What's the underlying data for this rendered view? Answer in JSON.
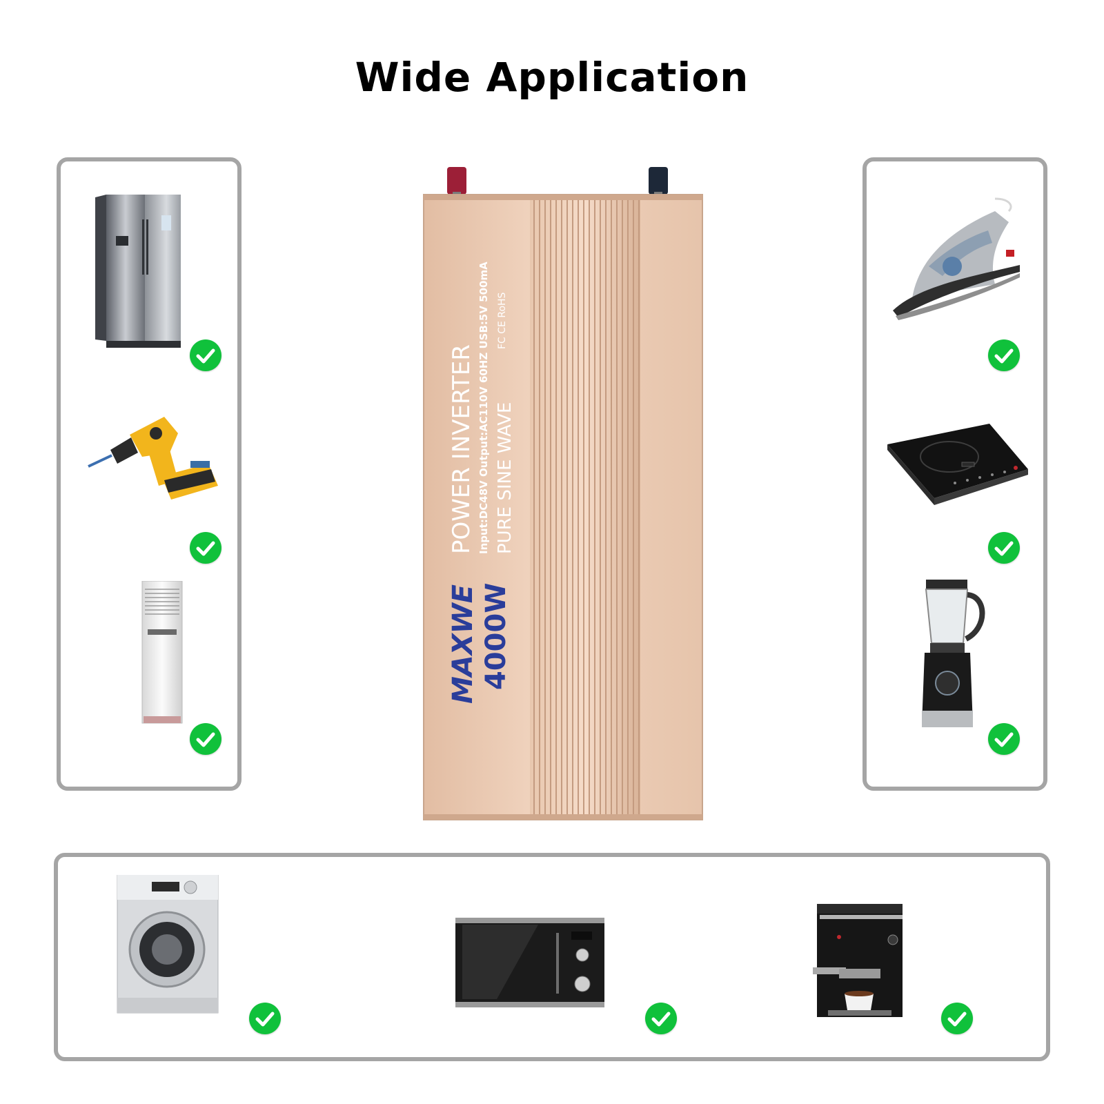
{
  "title": "Wide Application",
  "left_panel": [
    {
      "icon": "refrigerator-icon",
      "checked": true
    },
    {
      "icon": "power-drill-icon",
      "checked": true
    },
    {
      "icon": "air-conditioner-icon",
      "checked": true
    }
  ],
  "right_panel": [
    {
      "icon": "steam-iron-icon",
      "checked": true
    },
    {
      "icon": "induction-cooktop-icon",
      "checked": true
    },
    {
      "icon": "blender-icon",
      "checked": true
    }
  ],
  "bottom_panel": [
    {
      "icon": "washing-machine-icon",
      "checked": true
    },
    {
      "icon": "microwave-icon",
      "checked": true
    },
    {
      "icon": "coffee-machine-icon",
      "checked": true
    }
  ],
  "product": {
    "brand": "MAXWE",
    "wattage": "4000W",
    "name": "POWER INVERTER",
    "specs": "Input:DC48V Output:AC110V 60HZ USB:5V 500mA",
    "wave": "PURE SINE WAVE",
    "certs": "FC CE RoHS"
  },
  "colors": {
    "check_green": "#10c13b",
    "panel_border": "#a5a5a5",
    "inverter_body": "#e9c8ae",
    "brand_blue": "#2a3d9a",
    "terminal_red": "#a0203a",
    "terminal_black": "#1f2a3a"
  }
}
